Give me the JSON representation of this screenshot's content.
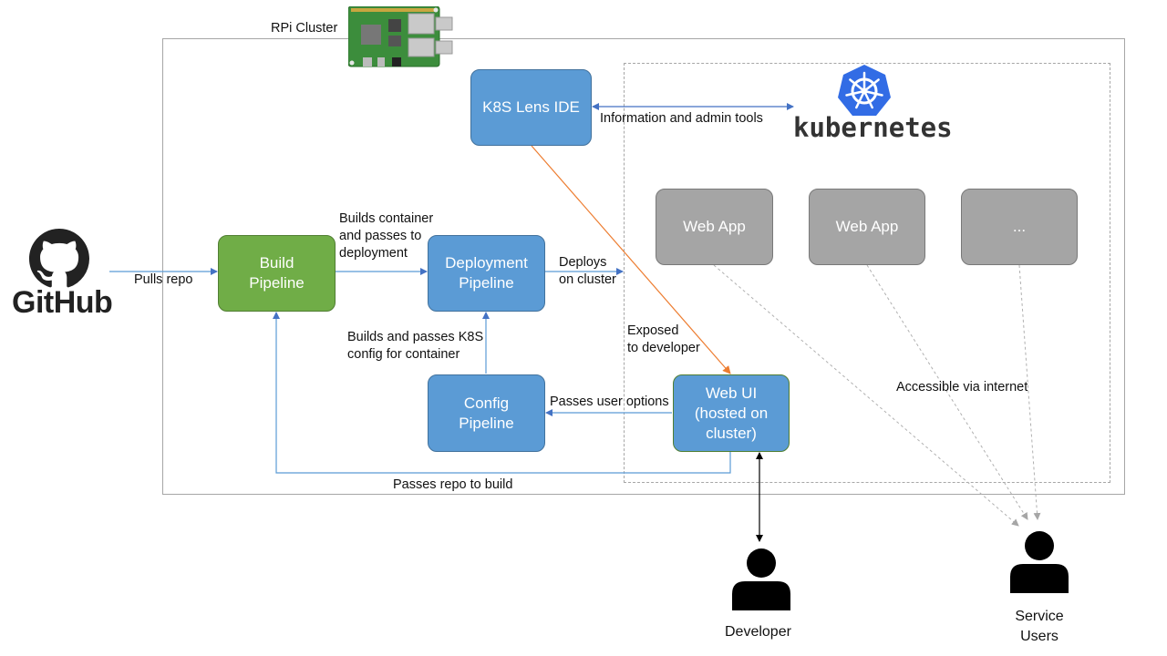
{
  "cluster": {
    "title": "RPi Cluster"
  },
  "logos": {
    "github": "GitHub",
    "kubernetes": "kubernetes"
  },
  "boxes": {
    "k8s_lens": "K8S Lens IDE",
    "build": "Build\nPipeline",
    "deployment": "Deployment\nPipeline",
    "config": "Config\nPipeline",
    "web_ui": "Web UI\n(hosted on\ncluster)",
    "web_app_1": "Web App",
    "web_app_2": "Web App",
    "more": "..."
  },
  "edges": {
    "info_admin": "Information and admin tools",
    "pulls_repo": "Pulls repo",
    "builds_container": "Builds container\nand passes to\ndeployment",
    "deploys": "Deploys\non cluster",
    "exposed": "Exposed\nto developer",
    "builds_config": "Builds and passes K8S\nconfig for container",
    "passes_options": "Passes user options",
    "passes_repo": "Passes repo to build",
    "accessible": "Accessible via internet"
  },
  "actors": {
    "developer": "Developer",
    "service_users": "Service\nUsers"
  },
  "colors": {
    "blue": "#5b9bd5",
    "green": "#70ad47",
    "gray": "#a5a5a5",
    "orange": "#ed7d31",
    "k8s_blue": "#326ce5"
  }
}
